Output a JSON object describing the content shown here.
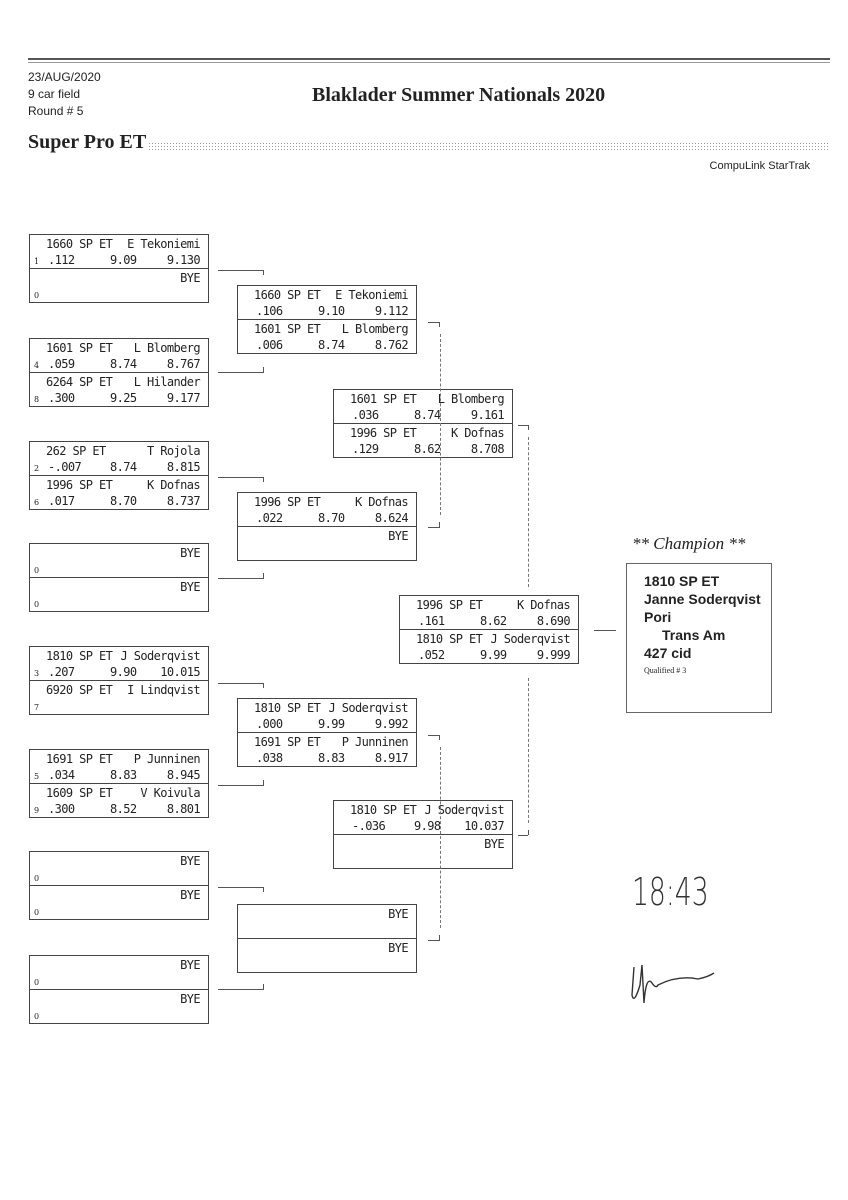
{
  "header": {
    "date": "23/AUG/2020",
    "field": "9 car field",
    "round": "Round # 5",
    "title": "Blaklader Summer Nationals 2020",
    "class_name": "Super Pro ET",
    "vendor": "CompuLink StarTrak"
  },
  "rounds": [
    [
      [
        {
          "car": "1660 SP ET",
          "driver": "E Tekoniemi",
          "seed": "1",
          "rt": ".112",
          "et": "9.09",
          "time": "9.130"
        },
        {
          "driver": "BYE",
          "seed": "0"
        }
      ],
      [
        {
          "car": "1601 SP ET",
          "driver": "L Blomberg",
          "seed": "4",
          "rt": ".059",
          "et": "8.74",
          "time": "8.767"
        },
        {
          "car": "6264 SP ET",
          "driver": "L Hilander",
          "seed": "8",
          "rt": ".300",
          "et": "9.25",
          "time": "9.177"
        }
      ],
      [
        {
          "car": "262 SP ET",
          "driver": "T Rojola",
          "seed": "2",
          "rt": "-.007",
          "et": "8.74",
          "time": "8.815"
        },
        {
          "car": "1996 SP ET",
          "driver": "K Dofnas",
          "seed": "6",
          "rt": ".017",
          "et": "8.70",
          "time": "8.737"
        }
      ],
      [
        {
          "driver": "BYE",
          "seed": "0"
        },
        {
          "driver": "BYE",
          "seed": "0"
        }
      ],
      [
        {
          "car": "1810 SP ET",
          "driver": "J Soderqvist",
          "seed": "3",
          "rt": ".207",
          "et": "9.90",
          "time": "10.015"
        },
        {
          "car": "6920 SP ET",
          "driver": "I Lindqvist",
          "seed": "7"
        }
      ],
      [
        {
          "car": "1691 SP ET",
          "driver": "P Junninen",
          "seed": "5",
          "rt": ".034",
          "et": "8.83",
          "time": "8.945"
        },
        {
          "car": "1609 SP ET",
          "driver": "V Koivula",
          "seed": "9",
          "rt": ".300",
          "et": "8.52",
          "time": "8.801"
        }
      ],
      [
        {
          "driver": "BYE",
          "seed": "0"
        },
        {
          "driver": "BYE",
          "seed": "0"
        }
      ],
      [
        {
          "driver": "BYE",
          "seed": "0"
        },
        {
          "driver": "BYE",
          "seed": "0"
        }
      ]
    ],
    [
      [
        {
          "car": "1660 SP ET",
          "driver": "E Tekoniemi",
          "rt": ".106",
          "et": "9.10",
          "time": "9.112"
        },
        {
          "car": "1601 SP ET",
          "driver": "L Blomberg",
          "rt": ".006",
          "et": "8.74",
          "time": "8.762"
        }
      ],
      [
        {
          "car": "1996 SP ET",
          "driver": "K Dofnas",
          "rt": ".022",
          "et": "8.70",
          "time": "8.624"
        },
        {
          "driver": "BYE"
        }
      ],
      [
        {
          "car": "1810 SP ET",
          "driver": "J Soderqvist",
          "rt": ".000",
          "et": "9.99",
          "time": "9.992"
        },
        {
          "car": "1691 SP ET",
          "driver": "P Junninen",
          "rt": ".038",
          "et": "8.83",
          "time": "8.917"
        }
      ],
      [
        {
          "driver": "BYE"
        },
        {
          "driver": "BYE"
        }
      ]
    ],
    [
      [
        {
          "car": "1601 SP ET",
          "driver": "L Blomberg",
          "rt": ".036",
          "et": "8.74",
          "time": "9.161"
        },
        {
          "car": "1996 SP ET",
          "driver": "K Dofnas",
          "rt": ".129",
          "et": "8.62",
          "time": "8.708"
        }
      ],
      [
        {
          "car": "1810 SP ET",
          "driver": "J Soderqvist",
          "rt": "-.036",
          "et": "9.98",
          "time": "10.037"
        },
        {
          "driver": "BYE"
        }
      ]
    ],
    [
      [
        {
          "car": "1996 SP ET",
          "driver": "K Dofnas",
          "rt": ".161",
          "et": "8.62",
          "time": "8.690"
        },
        {
          "car": "1810 SP ET",
          "driver": "J Soderqvist",
          "rt": ".052",
          "et": "9.99",
          "time": "9.999"
        }
      ]
    ]
  ],
  "champion": {
    "heading": "** Champion **",
    "car": "1810  SP ET",
    "name": "Janne Soderqvist",
    "city": "Pori",
    "vehicle": "Trans Am",
    "engine": "427 cid",
    "qualified": "Qualified # 3"
  },
  "handwritten": {
    "time": "18:43"
  }
}
